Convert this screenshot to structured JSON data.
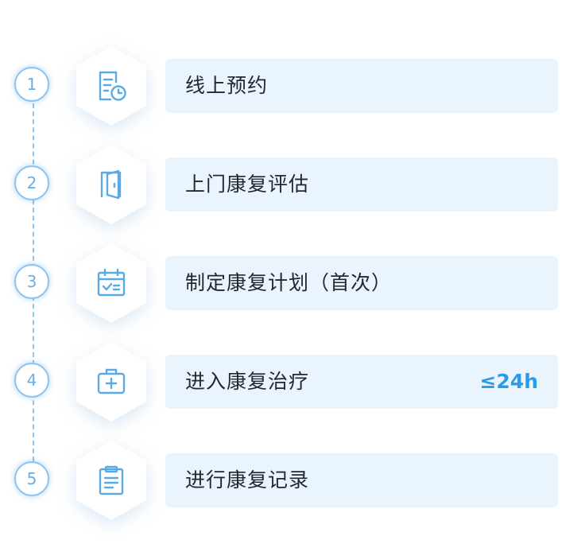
{
  "steps": [
    {
      "number": "1",
      "label": "线上预约",
      "icon": "calendar-clock-icon",
      "tag": ""
    },
    {
      "number": "2",
      "label": "上门康复评估",
      "icon": "door-icon",
      "tag": ""
    },
    {
      "number": "3",
      "label": "制定康复计划（首次）",
      "icon": "calendar-check-icon",
      "tag": ""
    },
    {
      "number": "4",
      "label": "进入康复治疗",
      "icon": "medical-kit-icon",
      "tag": "≤24h"
    },
    {
      "number": "5",
      "label": "进行康复记录",
      "icon": "clipboard-icon",
      "tag": ""
    }
  ],
  "colors": {
    "accent": "#2a9bec",
    "icon": "#5aaae6",
    "card_bg": "#e9f4fd",
    "number": "#6aaee6"
  }
}
